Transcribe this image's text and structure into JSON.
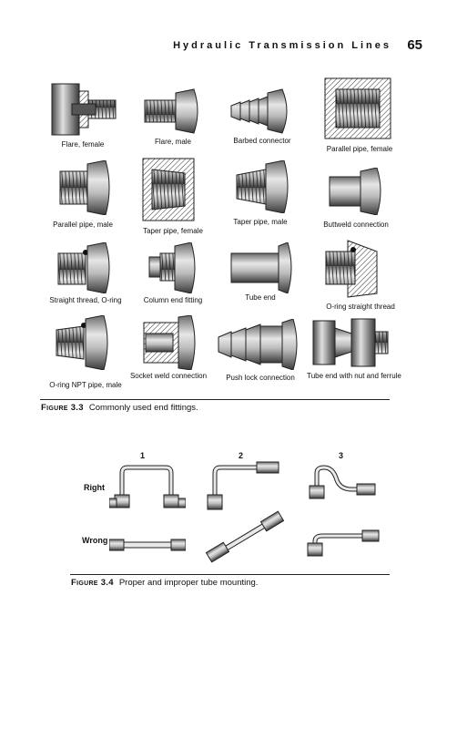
{
  "header": {
    "running_title": "Hydraulic Transmission Lines",
    "page_number": "65"
  },
  "figure_3_3": {
    "number": "Figure 3.3",
    "caption": "Commonly used end fittings.",
    "fittings": {
      "flare_female": "Flare, female",
      "flare_male": "Flare, male",
      "barbed": "Barbed connector",
      "parallel_pipe_female": "Parallel pipe, female",
      "parallel_pipe_male": "Parallel pipe, male",
      "taper_pipe_female": "Taper pipe, female",
      "taper_pipe_male": "Taper pipe, male",
      "buttweld": "Buttweld connection",
      "straight_thread_oring": "Straight thread, O-ring",
      "column_end": "Column end fitting",
      "tube_end": "Tube end",
      "oring_straight_thread": "O-ring straight thread",
      "oring_npt_male": "O-ring NPT pipe, male",
      "socket_weld": "Socket weld connection",
      "push_lock": "Push lock connection",
      "tube_end_nut_ferrule": "Tube end with nut and ferrule"
    }
  },
  "figure_3_4": {
    "number": "Figure 3.4",
    "caption": "Proper and improper tube mounting.",
    "columns": [
      "1",
      "2",
      "3"
    ],
    "rows": {
      "right": "Right",
      "wrong": "Wrong"
    }
  },
  "colors": {
    "ink": "#111111",
    "metal_dark": "#555555",
    "metal_light": "#d8d8d8",
    "rule": "#222222"
  }
}
